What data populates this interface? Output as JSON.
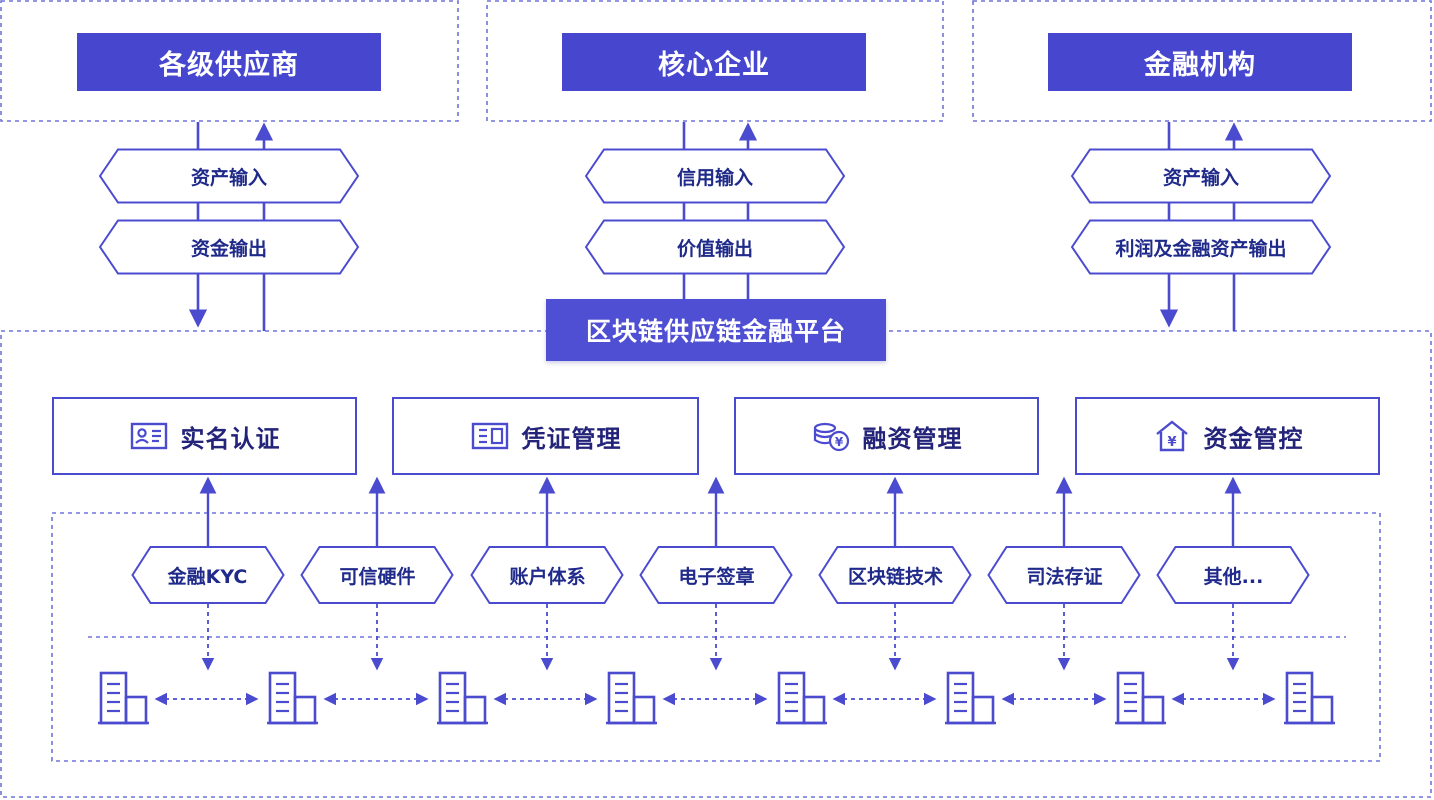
{
  "participants": [
    {
      "name": "各级供应商",
      "top_label": "资产输入",
      "bottom_label": "资金输出"
    },
    {
      "name": "核心企业",
      "top_label": "信用输入",
      "bottom_label": "价值输出"
    },
    {
      "name": "金融机构",
      "top_label": "资产输入",
      "bottom_label": "利润及金融资产输出"
    }
  ],
  "platform": {
    "title": "区块链供应链金融平台"
  },
  "features": [
    {
      "label": "实名认证",
      "icon": "id-card-icon"
    },
    {
      "label": "凭证管理",
      "icon": "document-icon"
    },
    {
      "label": "融资管理",
      "icon": "coins-icon"
    },
    {
      "label": "资金管控",
      "icon": "vault-house-icon"
    }
  ],
  "technologies": [
    "金融KYC",
    "可信硬件",
    "账户体系",
    "电子签章",
    "区块链技术",
    "司法存证",
    "其他..."
  ],
  "nodes": {
    "count": 8,
    "icon": "building-icon"
  },
  "colors": {
    "primary": "#4646cf",
    "line": "#4b4bcf",
    "text_dark": "#1f2a8a",
    "dashed": "#6f72d8"
  }
}
